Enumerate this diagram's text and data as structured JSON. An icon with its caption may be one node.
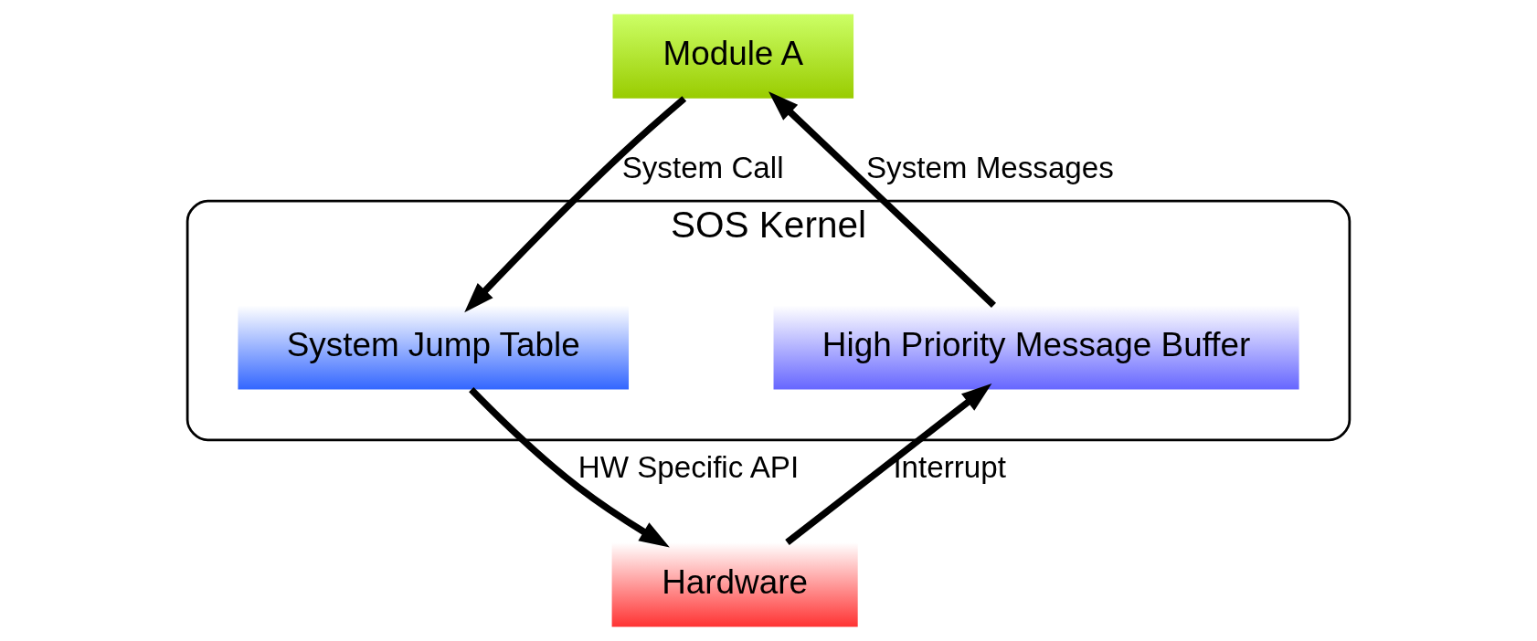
{
  "diagram": {
    "nodes": [
      {
        "text": [
          "Module A"
        ]
      },
      {
        "text": [
          "SOS Kernel"
        ]
      },
      {
        "text": [
          "System Jump Table"
        ],
        "in": 1
      },
      {
        "text": [
          "High Priority Message Buffer"
        ],
        "in": 1
      },
      {
        "text": [
          "Hardware"
        ]
      }
    ],
    "edges": [
      {
        "from": 0,
        "to": 2,
        "arrow": "to",
        "label": "System Call"
      },
      {
        "from": 2,
        "to": 4,
        "arrow": "to",
        "label": "HW Specific API"
      },
      {
        "from": 3,
        "to": 0,
        "arrow": "to",
        "label": "System Messages"
      },
      {
        "from": 4,
        "to": 3,
        "arrow": "to",
        "label": "Interrupt"
      }
    ]
  }
}
